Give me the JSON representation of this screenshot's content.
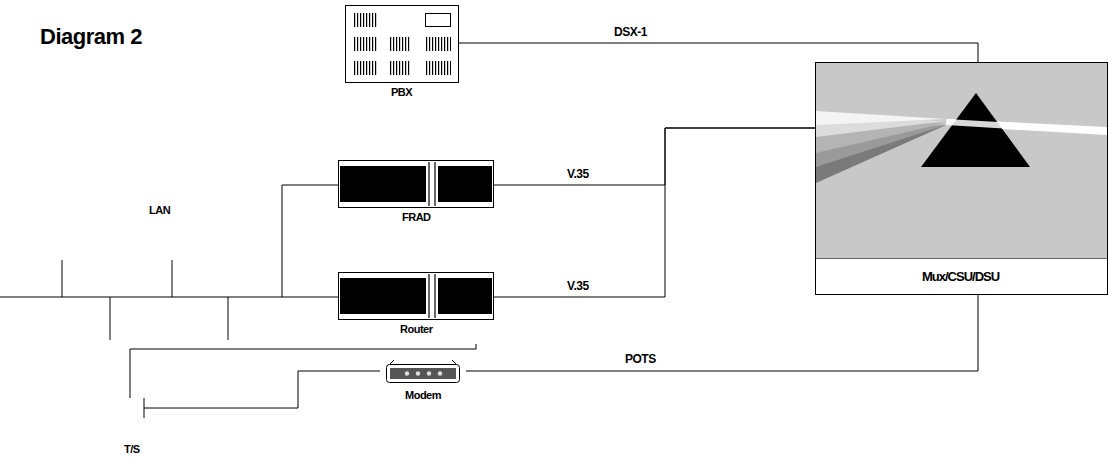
{
  "diagram": {
    "title": "Diagram 2",
    "nodes": [
      {
        "text": [
          "PBX"
        ]
      },
      {
        "text": [
          "LAN"
        ]
      },
      {
        "text": [
          "FRAD"
        ]
      },
      {
        "text": [
          "Router"
        ]
      },
      {
        "text": [
          "Mux/CSU/DSU"
        ]
      },
      {
        "text": [
          "T/S"
        ]
      },
      {
        "text": [
          "Modem"
        ]
      }
    ],
    "edges": [
      {
        "from": 0,
        "to": 4,
        "label": "DSX-1",
        "arrow": "none"
      },
      {
        "from": 2,
        "to": 4,
        "label": "V.35",
        "arrow": "none"
      },
      {
        "from": 3,
        "to": 4,
        "label": "V.35",
        "arrow": "none"
      },
      {
        "from": 6,
        "to": 4,
        "label": "POTS",
        "arrow": "none"
      },
      {
        "from": 1,
        "to": 2,
        "arrow": "none"
      },
      {
        "from": 1,
        "to": 3,
        "arrow": "none"
      },
      {
        "from": 3,
        "to": 5,
        "arrow": "none"
      },
      {
        "from": 5,
        "to": 6,
        "arrow": "none"
      }
    ]
  }
}
